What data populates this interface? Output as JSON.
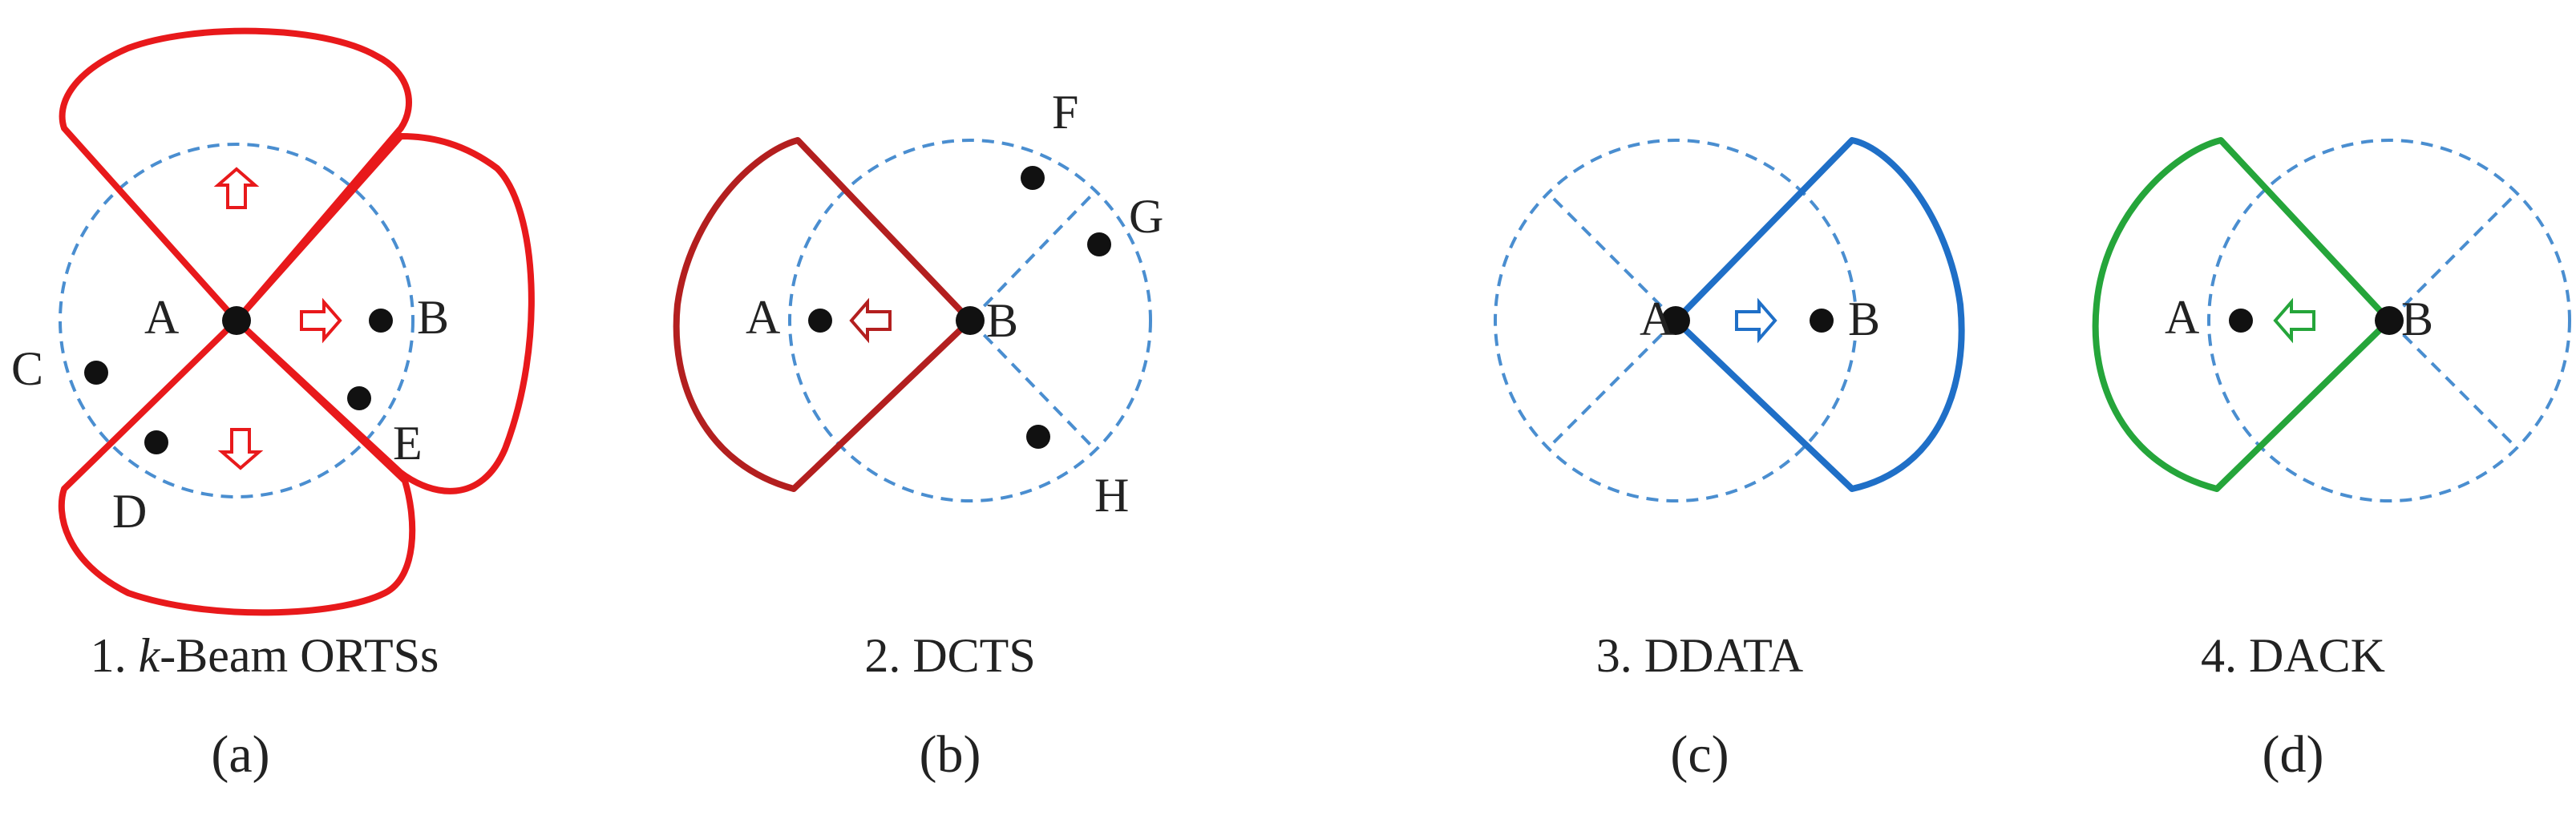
{
  "panels": [
    {
      "id": "a",
      "caption_prefix": "1. ",
      "caption_italic": "k",
      "caption_rest": "-Beam ORTSs",
      "sublabel": "(a)",
      "color": "#e8191b",
      "nodes": {
        "A": "A",
        "B": "B",
        "C": "C",
        "D": "D",
        "E": "E"
      }
    },
    {
      "id": "b",
      "caption": "2. DCTS",
      "sublabel": "(b)",
      "color": "#b31f1f",
      "nodes": {
        "A": "A",
        "B": "B",
        "F": "F",
        "G": "G",
        "H": "H"
      }
    },
    {
      "id": "c",
      "caption": "3. DDATA",
      "sublabel": "(c)",
      "color": "#1f6fc7",
      "nodes": {
        "A": "A",
        "B": "B"
      }
    },
    {
      "id": "d",
      "caption": "4. DACK",
      "sublabel": "(d)",
      "color": "#25a53a",
      "nodes": {
        "A": "A",
        "B": "B"
      }
    }
  ]
}
